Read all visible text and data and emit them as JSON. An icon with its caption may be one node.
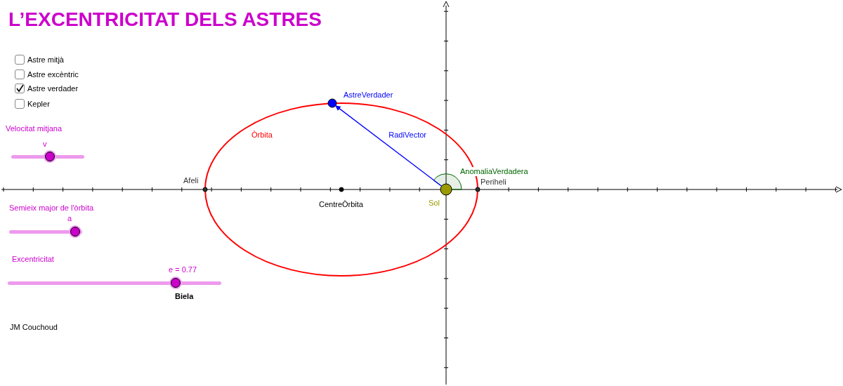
{
  "diagram": {
    "title": "L’EXCENTRICITAT DELS ASTRES",
    "nodes": [
      {
        "text": [
          "Òrbita"
        ]
      },
      {
        "text": [
          "AstreVerdader"
        ]
      },
      {
        "text": [
          "Sol"
        ],
        "in": 0
      },
      {
        "text": [
          "Afeli"
        ]
      },
      {
        "text": [
          "Periheli"
        ]
      },
      {
        "text": [
          "CentreÒrbita"
        ],
        "in": 0
      },
      {
        "text": [
          "AnomaliaVerdadera"
        ]
      }
    ],
    "edges": [
      {
        "from": 2,
        "to": 1,
        "arrow": "to",
        "label": "RadiVector",
        "color": "#0000ff"
      }
    ],
    "labels": [
      "Astre mitjà",
      "Astre excèntric",
      "Astre verdader",
      "Kepler",
      "Velocitat mitjana",
      "v",
      "Semieix major de l'òrbita",
      "a",
      "Excentricitat",
      "e = 0.77",
      "Biela",
      "JM Couchoud"
    ]
  }
}
